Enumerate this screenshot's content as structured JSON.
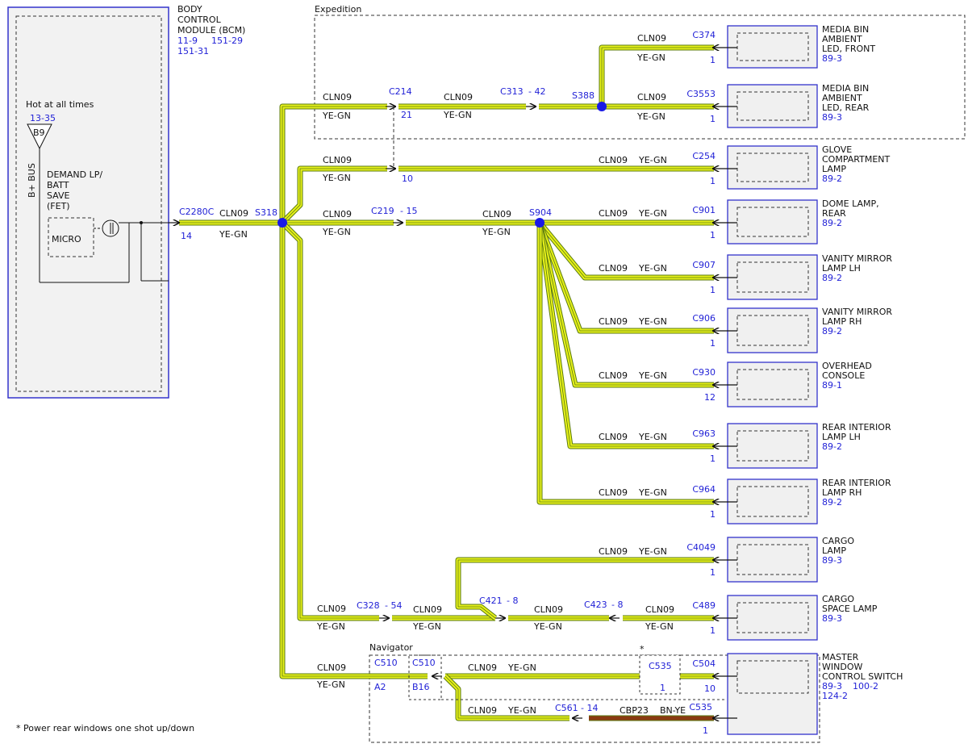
{
  "wire": {
    "circuit": "CLN09",
    "color": "YE-GN",
    "alt_circuit": "CBP23",
    "alt_color": "BN-YE",
    "wire_hex": "#e6f01a",
    "wire_edge_hex": "#5a7a10",
    "alt_wire_hex": "#8a3a12"
  },
  "regions": {
    "expedition": "Expedition",
    "navigator": "Navigator"
  },
  "bcm": {
    "title": [
      "BODY",
      "CONTROL",
      "MODULE (BCM)"
    ],
    "refs": [
      "11-9",
      "151-29",
      "151-31"
    ],
    "hot": "Hot at all times",
    "hot_ref": "13-35",
    "fuse": "B9",
    "bus": "B+ BUS",
    "fet": [
      "DEMAND LP/",
      "BATT",
      "SAVE",
      "(FET)"
    ],
    "micro": "MICRO",
    "connector": "C2280C",
    "pin": "14"
  },
  "splices": {
    "s318": "S318",
    "s904": "S904",
    "s388": "S388"
  },
  "inline": {
    "c214": "C214",
    "c214_pin21": "21",
    "c214_pin10": "10",
    "c313": "C313",
    "c313_pin": "- 42",
    "c219": "C219",
    "c219_pin": "- 15",
    "c328": "C328",
    "c328_pin": "- 54",
    "c421": "C421",
    "c421_pin": "- 8",
    "c423": "C423",
    "c423_pin": "- 8",
    "c510": "C510",
    "c510_a": "A2",
    "c510_b": "B16",
    "c535": "C535",
    "c535_pin": "1",
    "c535_star": "*",
    "c561": "C561",
    "c561_pin": "- 14"
  },
  "components": [
    {
      "conn": "C374",
      "pin": "1",
      "label": [
        "MEDIA BIN",
        "AMBIENT",
        "LED, FRONT"
      ],
      "ref": "89-3"
    },
    {
      "conn": "C3553",
      "pin": "1",
      "label": [
        "MEDIA BIN",
        "AMBIENT",
        "LED, REAR"
      ],
      "ref": "89-3"
    },
    {
      "conn": "C254",
      "pin": "1",
      "label": [
        "GLOVE",
        "COMPARTMENT",
        "LAMP"
      ],
      "ref": "89-2"
    },
    {
      "conn": "C901",
      "pin": "1",
      "label": [
        "DOME LAMP,",
        "REAR"
      ],
      "ref": "89-2"
    },
    {
      "conn": "C907",
      "pin": "1",
      "label": [
        "VANITY MIRROR",
        "LAMP LH"
      ],
      "ref": "89-2"
    },
    {
      "conn": "C906",
      "pin": "1",
      "label": [
        "VANITY MIRROR",
        "LAMP RH"
      ],
      "ref": "89-2"
    },
    {
      "conn": "C930",
      "pin": "12",
      "label": [
        "OVERHEAD",
        "CONSOLE"
      ],
      "ref": "89-1"
    },
    {
      "conn": "C963",
      "pin": "1",
      "label": [
        "REAR INTERIOR",
        "LAMP LH"
      ],
      "ref": "89-2"
    },
    {
      "conn": "C964",
      "pin": "1",
      "label": [
        "REAR INTERIOR",
        "LAMP RH"
      ],
      "ref": "89-2"
    },
    {
      "conn": "C4049",
      "pin": "1",
      "label": [
        "CARGO",
        "LAMP"
      ],
      "ref": "89-3"
    },
    {
      "conn": "C489",
      "pin": "1",
      "label": [
        "CARGO",
        "SPACE LAMP"
      ],
      "ref": "89-3"
    },
    {
      "conn": "C504",
      "pin": "10",
      "label": [
        "MASTER",
        "WINDOW",
        "CONTROL SWITCH"
      ],
      "ref": "89-3",
      "ref2": "100-2",
      "ref3": "124-2",
      "conn2": "C535",
      "pin2": "1"
    }
  ],
  "footnote": "*  Power rear windows one shot up/down"
}
